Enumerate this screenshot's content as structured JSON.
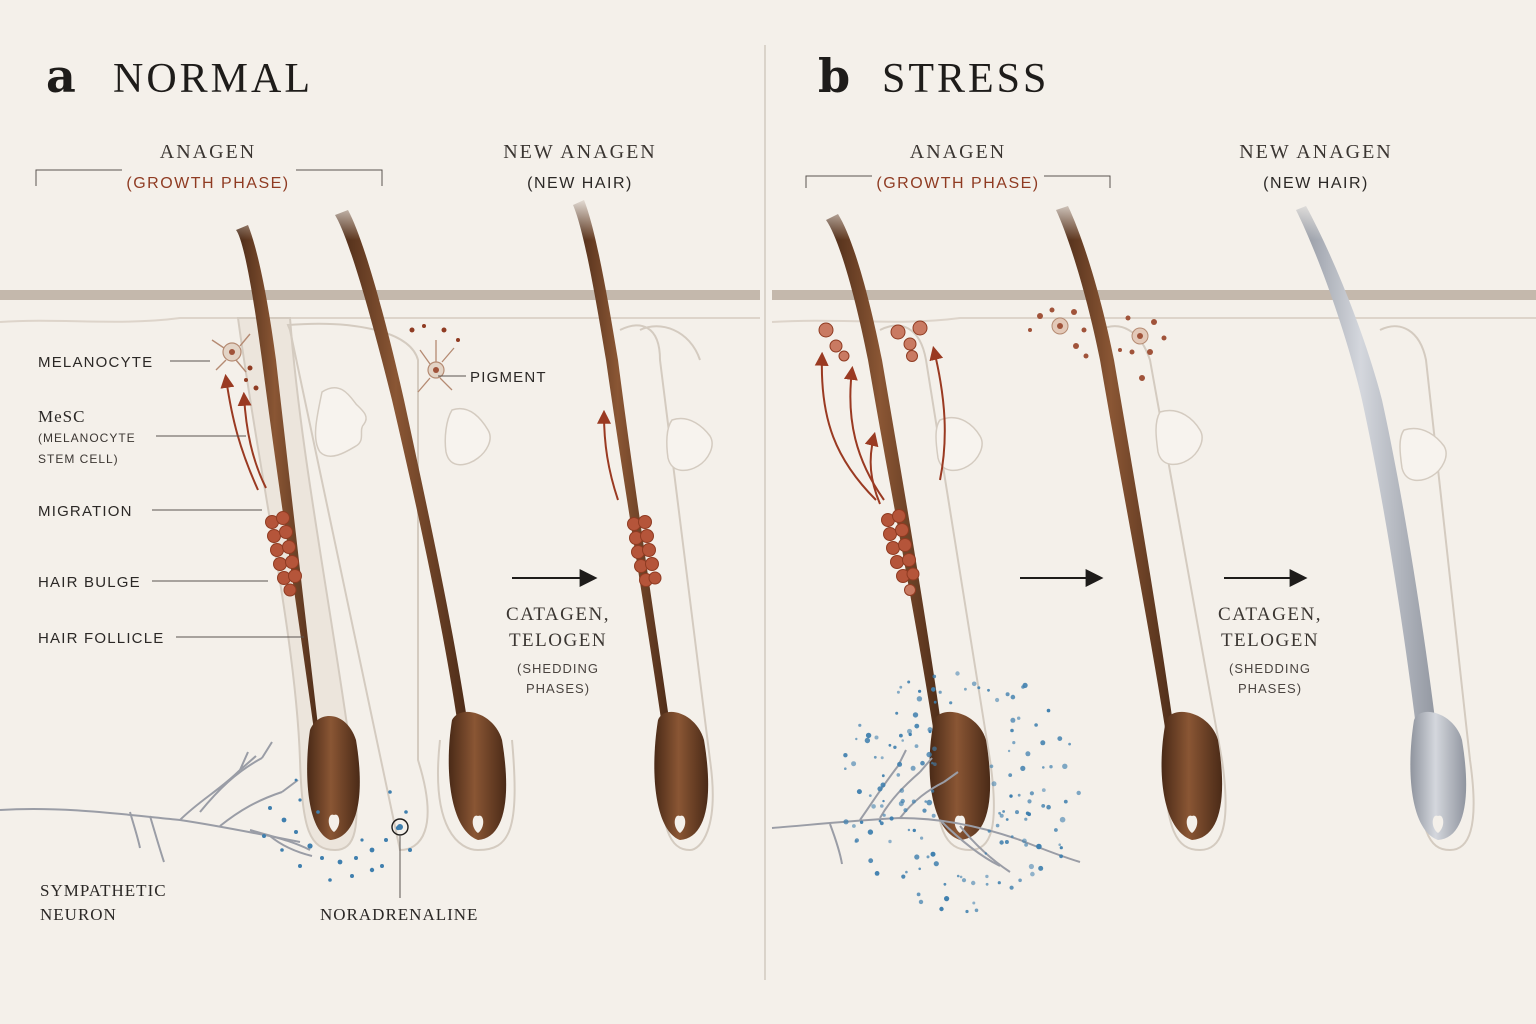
{
  "panel_a": {
    "letter": "a",
    "title": "NORMAL",
    "anagen": "ANAGEN",
    "growth_phase": "(GROWTH PHASE)",
    "new_anagen": "NEW ANAGEN",
    "new_hair": "(NEW HAIR)",
    "catagen_line1": "CATAGEN,",
    "catagen_line2": "TELOGEN",
    "shedding_line1": "(SHEDDING",
    "shedding_line2": "PHASES)"
  },
  "panel_b": {
    "letter": "b",
    "title": "STRESS",
    "anagen": "ANAGEN",
    "growth_phase": "(GROWTH PHASE)",
    "new_anagen": "NEW ANAGEN",
    "new_hair": "(NEW HAIR)",
    "catagen_line1": "CATAGEN,",
    "catagen_line2": "TELOGEN",
    "shedding_line1": "(SHEDDING",
    "shedding_line2": "PHASES)"
  },
  "labels": {
    "melanocyte": "MELANOCYTE",
    "mesc": "MeSC",
    "mesc_full_1": "(MELANOCYTE",
    "mesc_full_2": "STEM CELL)",
    "migration": "MIGRATION",
    "hair_bulge": "HAIR BULGE",
    "hair_follicle": "HAIR FOLLICLE",
    "pigment": "PIGMENT",
    "sympathetic_1": "SYMPATHETIC",
    "sympathetic_2": "NEURON",
    "noradrenaline": "NORADRENALINE"
  },
  "colors": {
    "background": "#f4f0ea",
    "hair_brown": "#6b4026",
    "hair_grey": "#a9adb6",
    "skin_line": "#b9aca0",
    "cell_red": "#b5553a",
    "arrow_red": "#9a3a22",
    "noradrenaline_blue": "#3f7fae",
    "neuron_grey": "#9a9da6"
  }
}
